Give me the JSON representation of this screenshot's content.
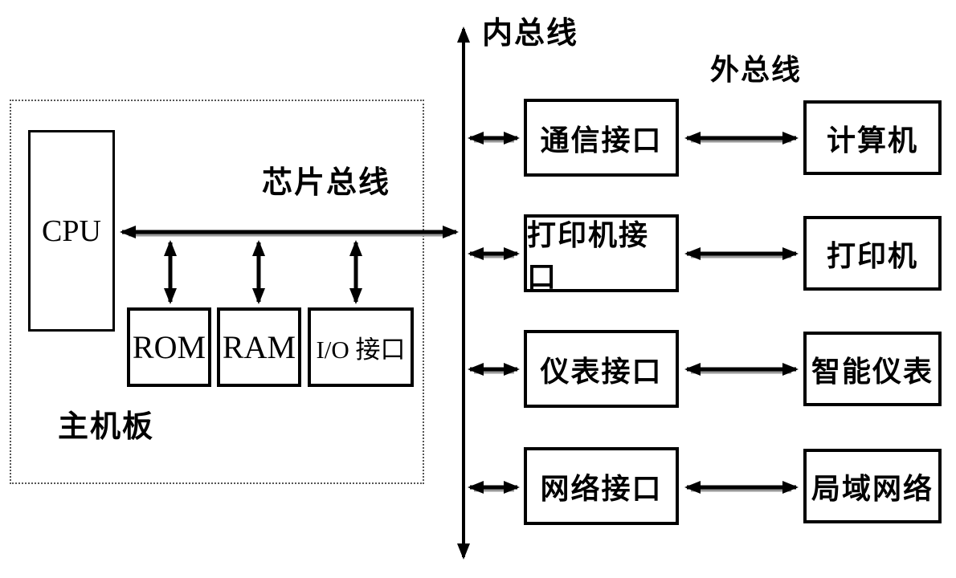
{
  "diagram": {
    "bus_labels": {
      "internal_bus": "内总线",
      "external_bus": "外总线",
      "chip_bus": "芯片总线"
    },
    "motherboard": {
      "label": "主机板",
      "cpu_label": "CPU",
      "chip_boxes": [
        "ROM",
        "RAM",
        "I/O 接口"
      ]
    },
    "rows": [
      {
        "interface": "通信接口",
        "device": "计算机"
      },
      {
        "interface": "打印机接口",
        "device": "打印机"
      },
      {
        "interface": "仪表接口",
        "device": "智能仪表"
      },
      {
        "interface": "网络接口",
        "device": "局域网络"
      }
    ],
    "colors": {
      "line": "#000000",
      "line_shadow": "#999999",
      "background": "#ffffff"
    }
  }
}
